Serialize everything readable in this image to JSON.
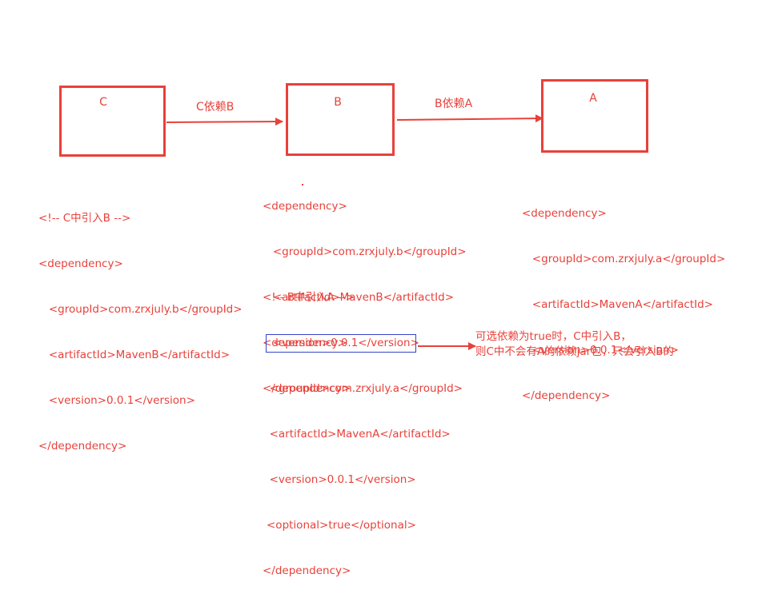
{
  "nodes": {
    "c": {
      "label": "C"
    },
    "b": {
      "label": "B"
    },
    "a": {
      "label": "A"
    }
  },
  "edges": {
    "c_to_b": {
      "label": "C依赖B"
    },
    "b_to_a": {
      "label": "B依赖A"
    }
  },
  "code_c": {
    "lines": [
      "<!-- C中引入B -->",
      "<dependency>",
      "   <groupId>com.zrxjuly.b</groupId>",
      "   <artifactId>MavenB</artifactId>",
      "   <version>0.0.1</version>",
      "</dependency>"
    ]
  },
  "code_b_self": {
    "lines": [
      "<dependency>",
      "   <groupId>com.zrxjuly.b</groupId>",
      "   <artifactId>MavenB</artifactId>",
      "   <version>0.0.1</version>",
      "</dependency>"
    ]
  },
  "code_b_import": {
    "lines": [
      "<!-- B中引入A -->",
      "<dependency>",
      "  <groupId>com.zrxjuly.a</groupId>",
      "  <artifactId>MavenA</artifactId>",
      "  <version>0.0.1</version>",
      "<optional>true</optional>",
      "</dependency>"
    ]
  },
  "code_a": {
    "lines": [
      "<dependency>",
      "   <groupId>com.zrxjuly.a</groupId>",
      "   <artifactId>MavenA</artifactId>",
      "   <version>0.0.1</version>",
      "</dependency>"
    ]
  },
  "note": {
    "line1": "可选依赖为true时，C中引入B，",
    "line2": "则C中不会有A的依赖jar包，只会引入B的"
  },
  "colors": {
    "accent": "#e8413a",
    "highlight_border": "#3344cc"
  }
}
